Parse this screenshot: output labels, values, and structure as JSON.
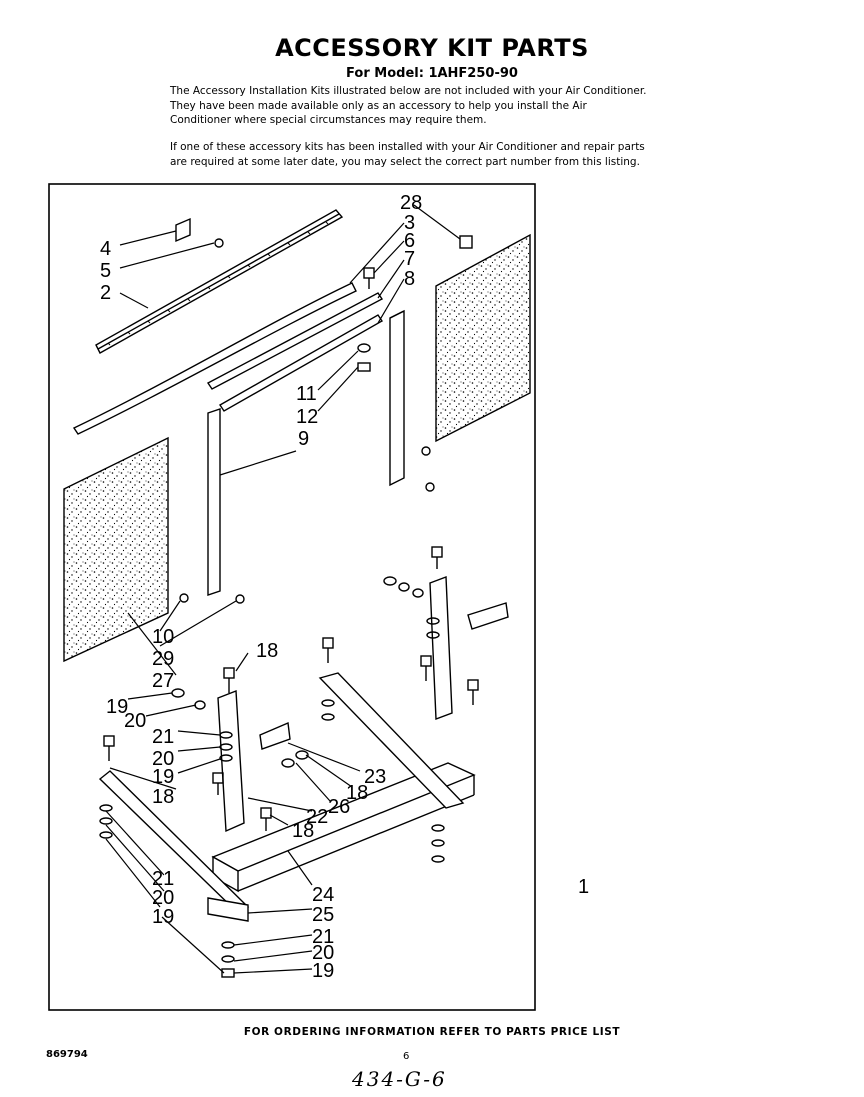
{
  "header": {
    "title": "ACCESSORY KIT PARTS",
    "subtitle": "For Model: 1AHF250-90"
  },
  "intro": {
    "p1": "The Accessory Installation Kits illustrated below are not included with your Air Conditioner. They have been made available only as an accessory to help you install the Air Conditioner where special circumstances may require them.",
    "p2": "If one of these accessory kits has been installed with your Air Conditioner and repair parts are required at some later date, you may select the correct part number from this listing."
  },
  "callouts": [
    "28",
    "3",
    "4",
    "6",
    "5",
    "7",
    "8",
    "2",
    "11",
    "12",
    "9",
    "10",
    "29",
    "27",
    "18",
    "19",
    "20",
    "21",
    "20",
    "19",
    "18",
    "23",
    "18",
    "26",
    "22",
    "18",
    "21",
    "20",
    "19",
    "24",
    "1",
    "25",
    "21",
    "20",
    "19"
  ],
  "footer": {
    "ordering": "FOR ORDERING INFORMATION REFER TO PARTS PRICE LIST",
    "doc_number": "869794",
    "page_number": "6",
    "handwritten": "434-G-6"
  }
}
